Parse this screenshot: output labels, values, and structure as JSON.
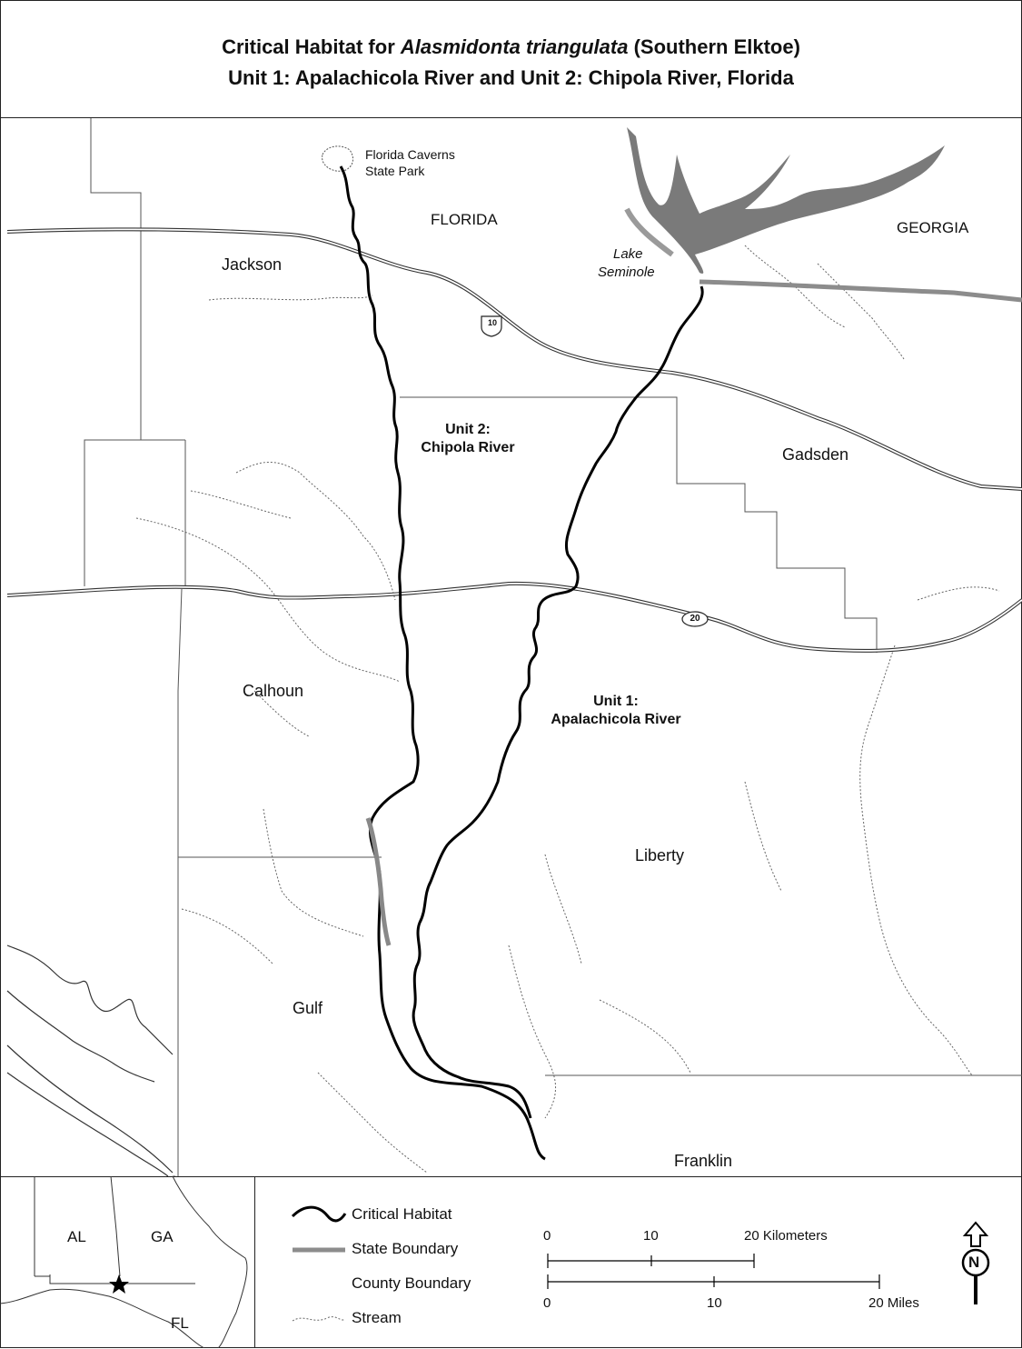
{
  "title": {
    "line1_prefix": "Critical Habitat for ",
    "line1_species": "Alasmidonta triangulata",
    "line1_suffix": " (Southern Elktoe)",
    "line2": "Unit 1: Apalachicola River and Unit 2: Chipola River, Florida"
  },
  "labels": {
    "park": "Florida Caverns",
    "park2": "State Park",
    "florida": "FLORIDA",
    "georgia": "GEORGIA",
    "lake": "Lake",
    "lake2": "Seminole",
    "jackson": "Jackson",
    "gadsden": "Gadsden",
    "calhoun": "Calhoun",
    "liberty": "Liberty",
    "gulf": "Gulf",
    "franklin": "Franklin",
    "unit2_line1": "Unit 2:",
    "unit2_line2": "Chipola River",
    "unit1_line1": "Unit 1:",
    "unit1_line2": "Apalachicola River",
    "i10": "10",
    "sr20": "20"
  },
  "legend": {
    "critical_habitat": "Critical Habitat",
    "state_boundary": "State Boundary",
    "county_boundary": "County Boundary",
    "stream": "Stream"
  },
  "inset": {
    "al": "AL",
    "ga": "GA",
    "fl": "FL"
  },
  "scale": {
    "km_ticks": [
      "0",
      "10",
      "20 Kilometers"
    ],
    "mi_ticks": [
      "0",
      "10",
      "20 Miles"
    ]
  },
  "north": "N",
  "colors": {
    "habitat": "#000000",
    "state_boundary": "#8c8c8c",
    "lake": "#7a7a7a"
  }
}
